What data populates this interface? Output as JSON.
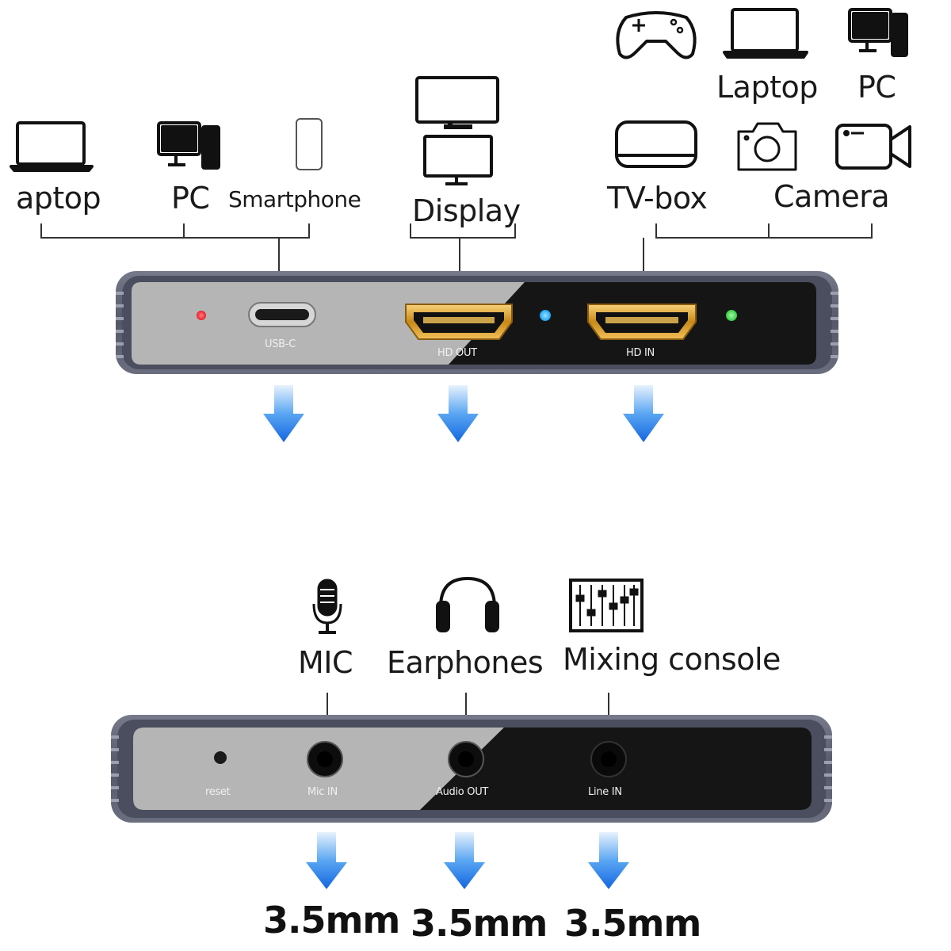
{
  "top_section": {
    "usb_group": {
      "devices": [
        {
          "label": "aptop",
          "icon": "laptop-icon"
        },
        {
          "label": "PC",
          "icon": "pc-icon"
        },
        {
          "label": "Smartphone",
          "icon": "smartphone-icon"
        }
      ]
    },
    "display_group": {
      "devices": [
        {
          "label": "Display",
          "icon": "monitor-icon"
        }
      ]
    },
    "input_group": {
      "devices": [
        {
          "label": "",
          "icon": "gamepad-icon"
        },
        {
          "label": "Laptop",
          "icon": "laptop-icon"
        },
        {
          "label": "PC",
          "icon": "pc-icon"
        },
        {
          "label": "TV-box",
          "icon": "tv-box-icon"
        },
        {
          "label": "",
          "icon": "camera-icon"
        },
        {
          "label": "",
          "icon": "video-camera-icon"
        }
      ],
      "camera_label": "Camera"
    },
    "device_ports": {
      "usb_c": "USB-C",
      "hd_out": "HD OUT",
      "hd_in": "HD IN"
    },
    "led_colors": {
      "power": "#e8202a",
      "out": "#1aa3f0",
      "in": "#2ecc40"
    }
  },
  "bottom_section": {
    "devices": [
      {
        "label": "MIC",
        "icon": "microphone-icon"
      },
      {
        "label": "Earphones",
        "icon": "headphones-icon"
      },
      {
        "label": "Mixing console",
        "icon": "mixer-icon"
      }
    ],
    "device_ports": {
      "reset": "reset",
      "mic_in": "Mic IN",
      "audio_out": "Audio OUT",
      "line_in": "Line IN"
    },
    "jack_sizes": [
      "3.5mm",
      "3.5mm",
      "3.5mm"
    ]
  },
  "colors": {
    "arrow": "#1e7fe8",
    "body": "#5a5e6e",
    "panel_light": "#b5b5b5",
    "panel_dark": "#151515",
    "hdmi_gold": "#e0a52a"
  }
}
